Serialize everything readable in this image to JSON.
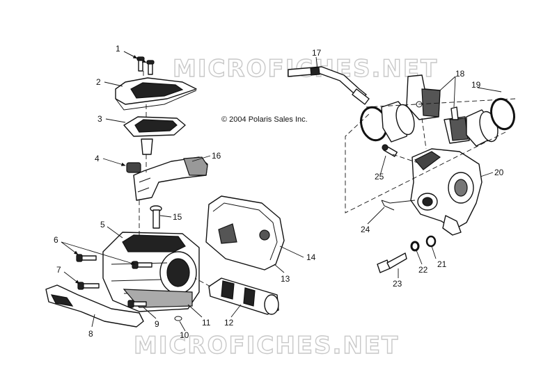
{
  "copyright": "© 2004 Polaris Sales Inc.",
  "watermark": "MICROFICHES.NET",
  "callouts": [
    "1",
    "2",
    "3",
    "4",
    "5",
    "6",
    "7",
    "8",
    "9",
    "10",
    "11",
    "12",
    "13",
    "14",
    "15",
    "16",
    "17",
    "18",
    "19",
    "20",
    "21",
    "22",
    "23",
    "24",
    "25"
  ]
}
